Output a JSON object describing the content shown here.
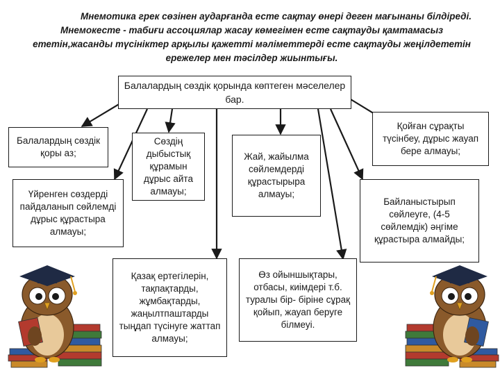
{
  "intro": {
    "text": "Мнемотика  грек сөзінен аударғанда  есте сақтау  өнері деген мағынаны білдіреді. Мнемокесте  - табиғи ассоциялар жасау  көмегімен есте сақтауды қамтамасыз ететін,жасанды түсініктер  арқылы қажетті мәліметтерді есте сақтауды жеңілдететін ережелер мен тәсілдер  жиынтығы."
  },
  "diagram": {
    "top": "Балалардың сөздік қорында  көптеген мәселелер бар.",
    "box_vocab": "Балалардың сөздік қоры аз;",
    "box_sound": "Сөздің дыбыстық құрамын дұрыс айта алмауы;",
    "box_simple": "Жай, жайылма сөйлемдерді құрастырыра алмауы;",
    "box_question": "Қойған сұрақты түсінбеу, дұрыс жауап бере алмауы;",
    "box_learned": "Үйренген сөздерді пайдаланып сөйлемді дұрыс құрастыра алмауы;",
    "box_connected": "Байланыстырып сөйлеуге, (4-5 сөйлемдік) әңгіме құрастыра алмайды;",
    "box_tales": "Қазақ ертегілерін, тақпақтарды, жұмбақтарды, жаңылтпаштарды тыңдап түсінуге жаттап алмауы;",
    "box_thoughts": "Өз ойыншықтары, отбасы, киімдері т.б. туралы бір- біріне сұрақ қойып, жауап беруге білмеуі."
  },
  "colors": {
    "line": "#1a1a1a",
    "owl_body": "#8a5a2b",
    "owl_belly": "#e8c99a",
    "cap": "#1f2a44",
    "book_red": "#b33a2e",
    "book_green": "#3f7a3a",
    "book_blue": "#2f5aa0"
  },
  "icons": [
    "owl-left-icon",
    "owl-right-icon"
  ]
}
